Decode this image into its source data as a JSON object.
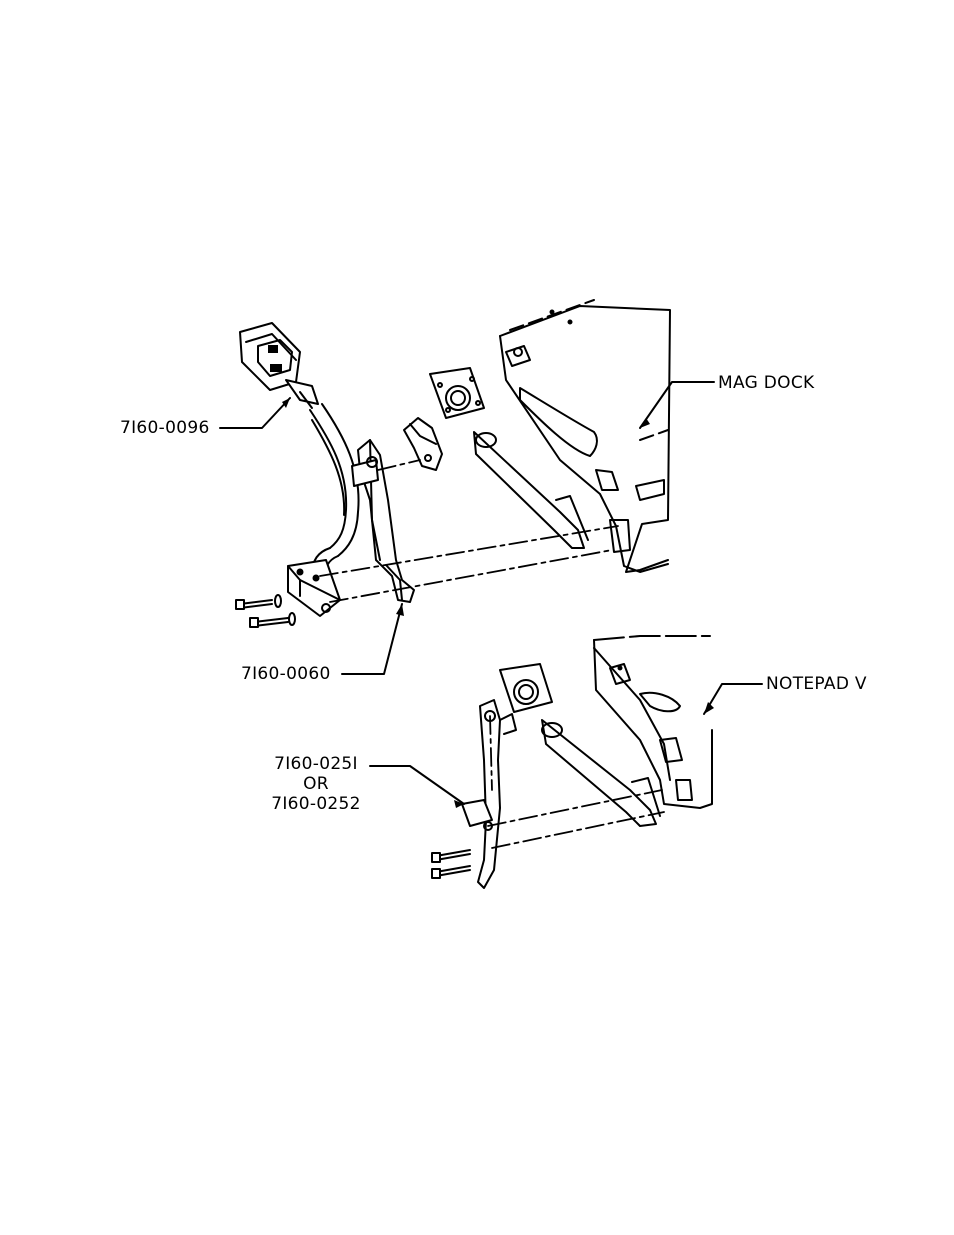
{
  "callouts": {
    "gooseneck_part": "7I60-0096",
    "bracket_part": "7I60-0060",
    "mag_dock": "MAG DOCK",
    "notepad": "NOTEPAD V",
    "alt_bracket_line1": "7I60-025I",
    "alt_bracket_line2": "OR",
    "alt_bracket_line3": "7I60-0252"
  }
}
